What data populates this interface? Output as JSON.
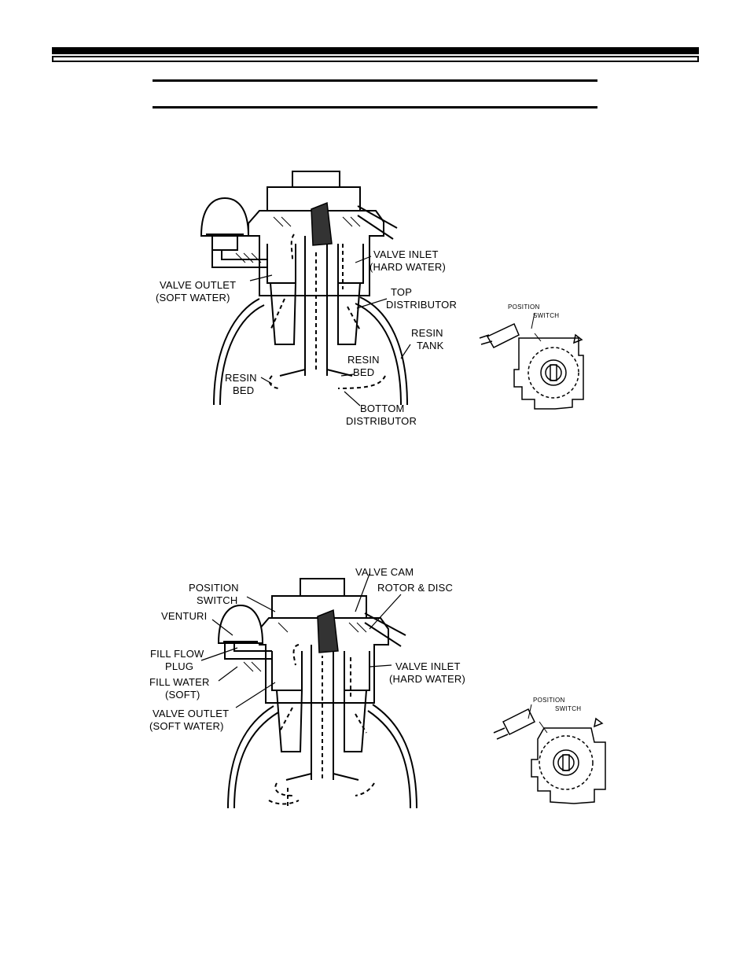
{
  "diagram_top": {
    "labels": {
      "valve_outlet": "VALVE OUTLET",
      "valve_outlet_sub": "(SOFT WATER)",
      "valve_inlet": "VALVE INLET",
      "valve_inlet_sub": "(HARD WATER)",
      "top_distributor_1": "TOP",
      "top_distributor_2": "DISTRIBUTOR",
      "resin_tank_1": "RESIN",
      "resin_tank_2": "TANK",
      "resin_bed_right_1": "RESIN",
      "resin_bed_right_2": "BED",
      "resin_bed_left_1": "RESIN",
      "resin_bed_left_2": "BED",
      "bottom_distributor_1": "BOTTOM",
      "bottom_distributor_2": "DISTRIBUTOR"
    },
    "switch": {
      "position": "POSITION",
      "switch": "SWITCH"
    }
  },
  "diagram_bottom": {
    "labels": {
      "valve_cam": "VALVE CAM",
      "rotor_disc": "ROTOR & DISC",
      "position_switch_1": "POSITION",
      "position_switch_2": "SWITCH",
      "venturi": "VENTURI",
      "fill_flow_1": "FILL FLOW",
      "fill_flow_2": "PLUG",
      "fill_water_1": "FILL WATER",
      "fill_water_2": "(SOFT)",
      "valve_inlet": "VALVE INLET",
      "valve_inlet_sub": "(HARD WATER)",
      "valve_outlet": "VALVE OUTLET",
      "valve_outlet_sub": "(SOFT WATER)"
    },
    "switch": {
      "position": "POSITION",
      "switch": "SWITCH"
    }
  }
}
